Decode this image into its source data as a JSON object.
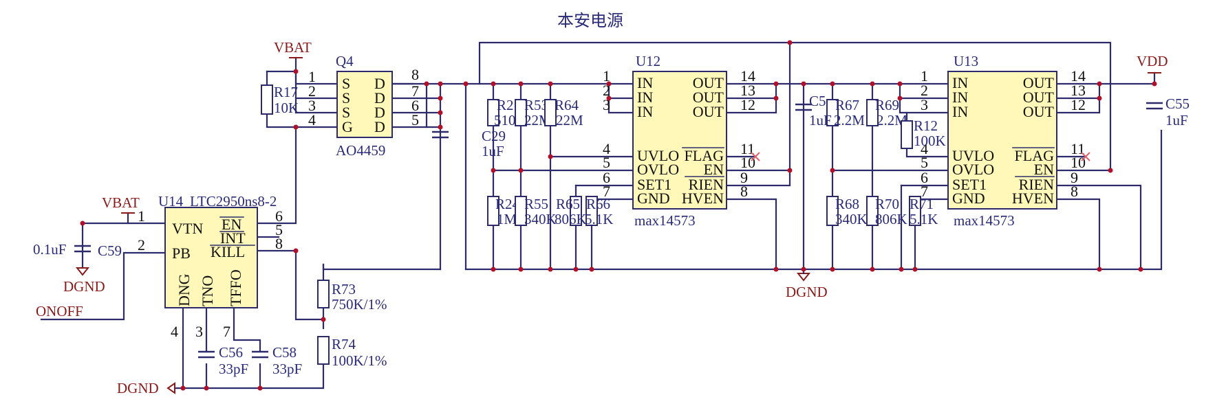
{
  "title": "本安电源",
  "power_labels": {
    "vbat_top": "VBAT",
    "vbat_left": "VBAT",
    "vdd": "VDD",
    "dgnd_left": "DGND",
    "dgnd_center": "DGND",
    "dgnd_bottom": "DGND",
    "onoff": "ONOFF"
  },
  "q4": {
    "ref": "Q4",
    "part": "AO4459",
    "pins_left": [
      {
        "num": "1",
        "name": "S"
      },
      {
        "num": "2",
        "name": "S"
      },
      {
        "num": "3",
        "name": "S"
      },
      {
        "num": "4",
        "name": "G"
      }
    ],
    "pins_right": [
      {
        "num": "8",
        "name": "D"
      },
      {
        "num": "7",
        "name": "D"
      },
      {
        "num": "6",
        "name": "D"
      },
      {
        "num": "5",
        "name": "D"
      }
    ]
  },
  "u14": {
    "ref": "U14",
    "part": "LTC2950ns8-2",
    "pins_left": [
      {
        "num": "1",
        "name": "VTN"
      },
      {
        "num": "2",
        "name": "PB"
      }
    ],
    "pins_right": [
      {
        "num": "6",
        "name": "EN"
      },
      {
        "num": "5",
        "name": "INT"
      },
      {
        "num": "8",
        "name": "KILL"
      }
    ],
    "pins_bottom": [
      {
        "num": "4",
        "name": "DNG"
      },
      {
        "num": "3",
        "name": "TNO"
      },
      {
        "num": "7",
        "name": "TFFO"
      }
    ]
  },
  "u12": {
    "ref": "U12",
    "part": "max14573",
    "pins_left": [
      {
        "num": "1",
        "name": "IN"
      },
      {
        "num": "2",
        "name": "IN"
      },
      {
        "num": "3",
        "name": "IN"
      },
      {
        "num": "4",
        "name": "UVLO"
      },
      {
        "num": "5",
        "name": "OVLO"
      },
      {
        "num": "6",
        "name": "SET1"
      },
      {
        "num": "7",
        "name": "GND"
      }
    ],
    "pins_right": [
      {
        "num": "14",
        "name": "OUT"
      },
      {
        "num": "13",
        "name": "OUT"
      },
      {
        "num": "12",
        "name": "OUT"
      },
      {
        "num": "11",
        "name": "FLAG"
      },
      {
        "num": "10",
        "name": "EN"
      },
      {
        "num": "9",
        "name": "RIEN"
      },
      {
        "num": "8",
        "name": "HVEN"
      }
    ]
  },
  "u13": {
    "ref": "U13",
    "part": "max14573",
    "pins_left": [
      {
        "num": "1",
        "name": "IN"
      },
      {
        "num": "2",
        "name": "IN"
      },
      {
        "num": "3",
        "name": "IN"
      },
      {
        "num": "4",
        "name": "UVLO"
      },
      {
        "num": "5",
        "name": "OVLO"
      },
      {
        "num": "6",
        "name": "SET1"
      },
      {
        "num": "7",
        "name": "GND"
      }
    ],
    "pins_right": [
      {
        "num": "14",
        "name": "OUT"
      },
      {
        "num": "13",
        "name": "OUT"
      },
      {
        "num": "12",
        "name": "OUT"
      },
      {
        "num": "11",
        "name": "FLAG"
      },
      {
        "num": "10",
        "name": "EN"
      },
      {
        "num": "9",
        "name": "RIEN"
      },
      {
        "num": "8",
        "name": "HVEN"
      }
    ]
  },
  "resistors": {
    "r17": {
      "ref": "R17",
      "value": "10K"
    },
    "r2": {
      "ref": "R2",
      "value": "510K"
    },
    "r53": {
      "ref": "R53",
      "value": "22M"
    },
    "r64": {
      "ref": "R64",
      "value": "22M"
    },
    "r24": {
      "ref": "R24",
      "value": "1M"
    },
    "r55": {
      "ref": "R55",
      "value": "340K"
    },
    "r65": {
      "ref": "R65",
      "value": "806K"
    },
    "r66": {
      "ref": "R66",
      "value": "5.1K"
    },
    "r67": {
      "ref": "R67",
      "value": "2.2M"
    },
    "r69": {
      "ref": "R69",
      "value": "2.2M"
    },
    "r12": {
      "ref": "R12",
      "value": "100K"
    },
    "r68": {
      "ref": "R68",
      "value": "340K"
    },
    "r70": {
      "ref": "R70",
      "value": "806K"
    },
    "r71": {
      "ref": "R71",
      "value": "5.1K"
    },
    "r73": {
      "ref": "R73",
      "value": "750K/1%"
    },
    "r74": {
      "ref": "R74",
      "value": "100K/1%"
    }
  },
  "capacitors": {
    "c29": {
      "ref": "C29",
      "value": "1uF"
    },
    "c5": {
      "ref": "C5",
      "value": "1uF"
    },
    "c55": {
      "ref": "C55",
      "value": "1uF"
    },
    "c59": {
      "ref": "C59",
      "value": "0.1uF"
    },
    "c56": {
      "ref": "C56",
      "value": "33pF"
    },
    "c58": {
      "ref": "C58",
      "value": "33pF"
    }
  }
}
